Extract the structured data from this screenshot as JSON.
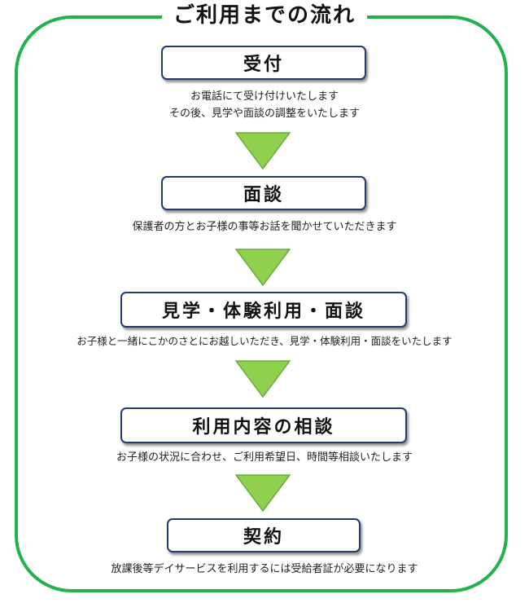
{
  "title": "ご利用までの流れ",
  "colors": {
    "frame": "#22b24c",
    "arrow_fill": "#8fd14f",
    "arrow_stroke": "#6aaa3a",
    "box_border": "#1f3e6e"
  },
  "steps": [
    {
      "label": "受付",
      "description": [
        "お電話にて受け付けいたします",
        "その後、見学や面談の調整をいたします"
      ]
    },
    {
      "label": "面談",
      "description": [
        "保護者の方とお子様の事等お話を聞かせていただきます"
      ]
    },
    {
      "label": "見学・体験利用・面談",
      "description": [
        "お子様と一緒にこかのさとにお越しいただき、見学・体験利用・面談をいたします"
      ]
    },
    {
      "label": "利用内容の相談",
      "description": [
        "お子様の状況に合わせ、ご利用希望日、時間等相談いたします"
      ]
    },
    {
      "label": "契約",
      "description": [
        "放課後等デイサービスを利用するには受給者証が必要になります"
      ]
    }
  ]
}
